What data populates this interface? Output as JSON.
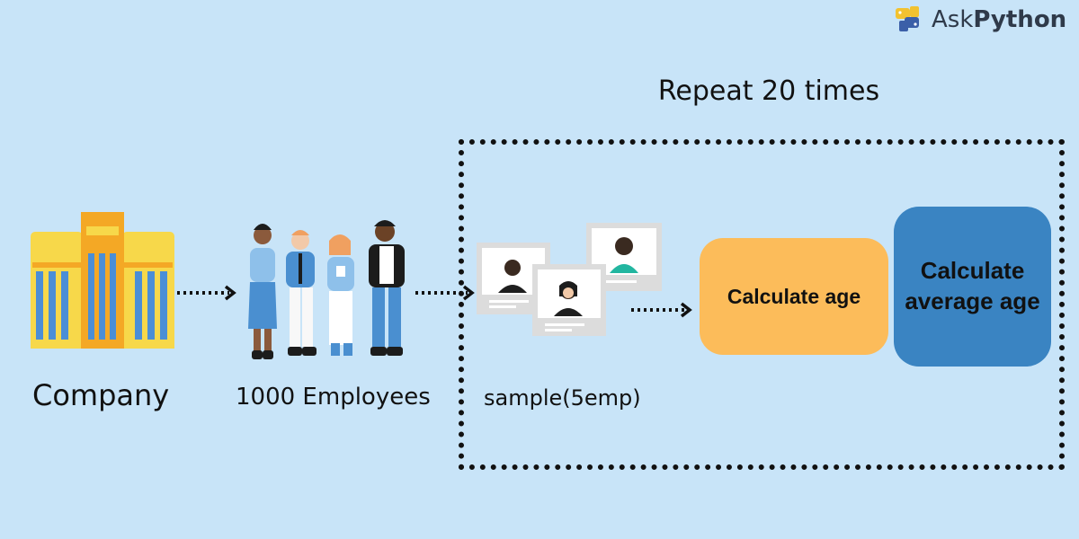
{
  "brand": {
    "name_part1": "Ask",
    "name_part2": "Python"
  },
  "repeat_label": "Repeat 20 times",
  "nodes": {
    "company": "Company",
    "employees": "1000 Employees",
    "sample": "sample(5emp)",
    "calculate_age": "Calculate age",
    "calculate_average_age": "Calculate average age"
  },
  "icons": {
    "company": "office-building-icon",
    "employees": "group-of-people-icon",
    "sample": "profile-cards-icon",
    "brand": "python-logo-icon"
  },
  "colors": {
    "background": "#c8e4f8",
    "calculate_age_box": "#fcbc5a",
    "calculate_average_box": "#3a84c2",
    "building": "#f7d84a",
    "employee_blue": "#4a8fd0"
  }
}
